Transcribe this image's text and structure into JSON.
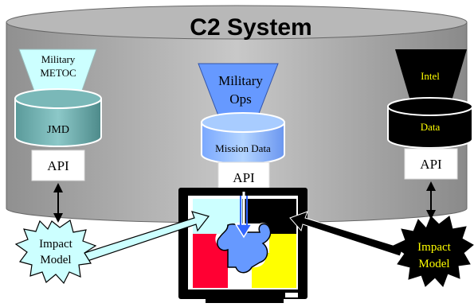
{
  "title": "C2 System",
  "left": {
    "funnel": [
      "Military",
      "METOC"
    ],
    "db_label": "JMD",
    "api": "API"
  },
  "center": {
    "funnel": [
      "Military",
      "Ops"
    ],
    "db_label": "Mission Data",
    "api": "API"
  },
  "right": {
    "funnel": [
      "Intel"
    ],
    "db_label": "Data",
    "api": "API"
  },
  "impact_left": [
    "Impact",
    "Model"
  ],
  "impact_right": [
    "Impact",
    "Model"
  ],
  "colors": {
    "cylinder": "#c0c0c0",
    "cylinder_dark": "#808080",
    "left_funnel": "#ccffff",
    "left_db": "#66aaaa",
    "center_funnel": "#6699ff",
    "center_db": "#99ccff",
    "right_funnel": "#000000",
    "impact_left_fill": "#ccffff",
    "impact_right_fill": "#000000",
    "impact_right_text": "#ffff00",
    "puzzle_cyan": "#ccffff",
    "puzzle_black": "#000000",
    "puzzle_red": "#ff0033",
    "puzzle_yellow": "#ffff00",
    "puzzle_blue": "#6699ff",
    "monitor": "#000000"
  }
}
